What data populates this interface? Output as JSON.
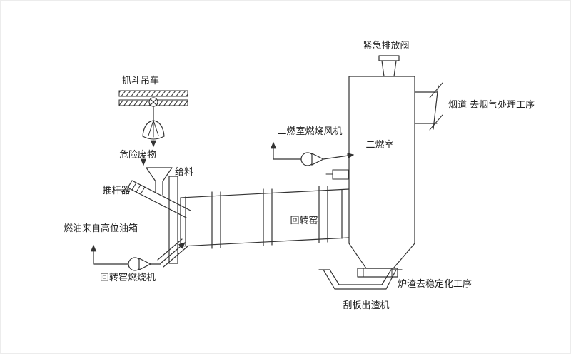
{
  "diagram": {
    "type": "process-flow",
    "labels": {
      "crane": "抓斗吊车",
      "hazardous_waste": "危险废物",
      "feed": "给料",
      "pusher": "推杆器",
      "fuel_supply": "燃油来自高位油箱",
      "kiln_burner": "回转窑燃烧机",
      "rotary_kiln": "回转窑",
      "secondary_fan": "二燃室燃烧风机",
      "secondary_chamber": "二燃室",
      "emergency_valve": "紧急排放阀",
      "flue": "烟道 去烟气处理工序",
      "slag_to_stabilization": "炉渣去稳定化工序",
      "scraper_conveyor": "刮板出渣机"
    },
    "colors": {
      "line": "#333333",
      "text": "#222222",
      "background": "#ffffff"
    }
  }
}
